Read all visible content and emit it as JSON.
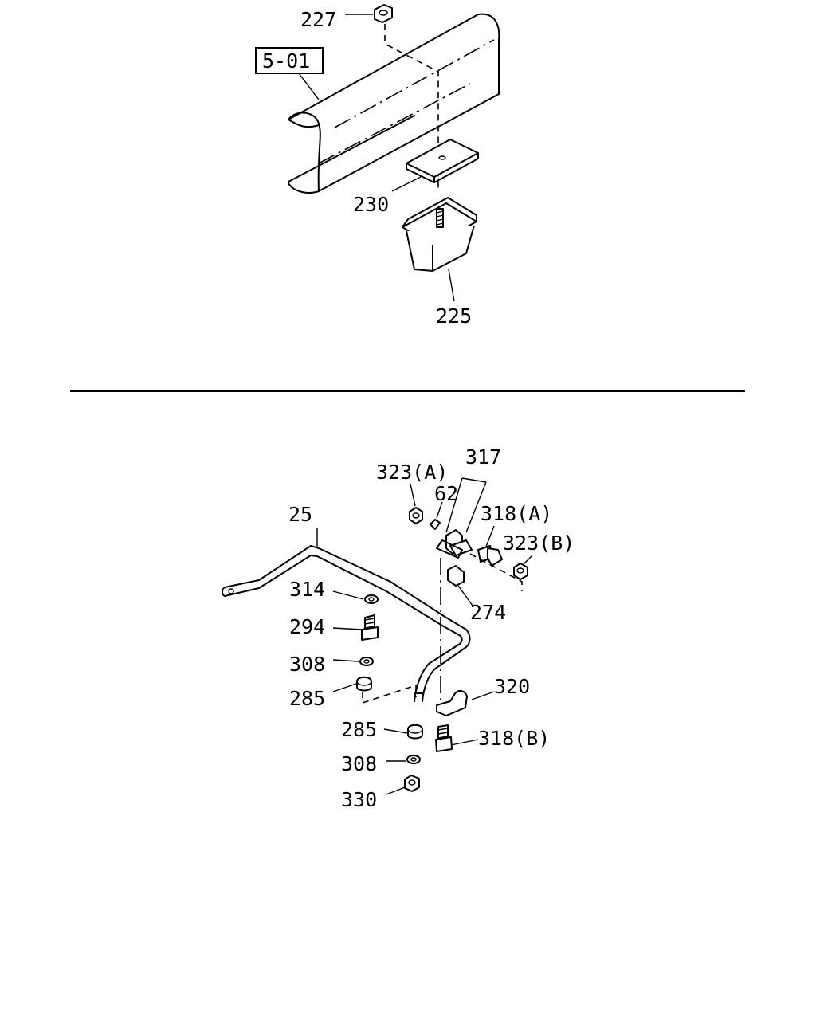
{
  "top": {
    "ref_box": "5-01",
    "labels": {
      "nut_227": "227",
      "plate_230": "230",
      "bumper_225": "225"
    }
  },
  "bottom": {
    "labels": {
      "bar_25": "25",
      "nut_323a": "323(A)",
      "link_317": "317",
      "bush_62": "62",
      "bolt_318a": "318(A)",
      "nut_323b": "323(B)",
      "bush_274": "274",
      "washer_314": "314",
      "bolt_294": "294",
      "washer_308_top": "308",
      "bush_285_top": "285",
      "bracket_320": "320",
      "bush_285_bottom": "285",
      "bolt_318b": "318(B)",
      "washer_308_bottom": "308",
      "nut_330": "330"
    }
  }
}
